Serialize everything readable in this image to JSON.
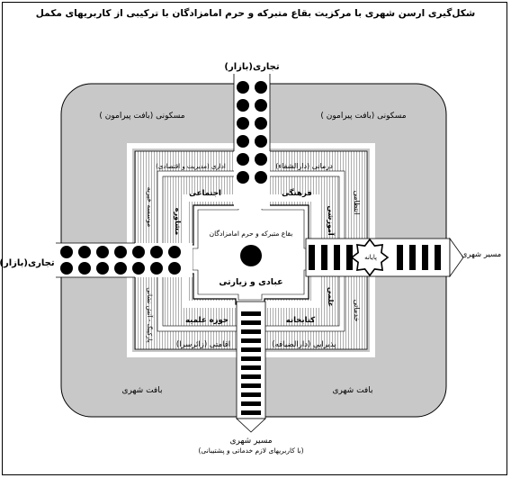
{
  "title": "شکل‌گیری ارسن شهری با مرکزیت بقاع متبرکه و حرم امامزادگان با ترکیبی از کاربریهای مکمل",
  "colors": {
    "outer_fill": "#c8c8c8",
    "road_fill": "#ffffff",
    "stroke": "#000000",
    "dot": "#000000"
  },
  "outer": {
    "top_left": "مسکونی (بافت پیرامون )",
    "top_right": "مسکونی (بافت پیرامون )",
    "bottom_left": "بافت شهری",
    "bottom_right": "بافت شهری"
  },
  "axes": {
    "top": "تجاری(بازار)",
    "left": "تجاری(بازار)",
    "right": "مسیر شهری",
    "bottom_title": "مسیر شهری",
    "bottom_note": "(با کاربریهای لازم خدماتی و پشتیبانی)",
    "terminal": "پایانه"
  },
  "ring2": {
    "top_left": "اداری (مدیریت و اقتصادی)",
    "top_right": "درمانی (دارالشفاء)",
    "left_upper": "موسسه خیریه",
    "left_lower": "پارکینگ - آتش نشانی",
    "right_upper": "انتظامی",
    "right_lower": "خدماتی",
    "bottom_left": "اقامتی (زائرسرا)",
    "bottom_right": "پذیرایی (دارالضیافه)"
  },
  "ring1": {
    "top_left": "اجتماعی",
    "top_right": "فرهنگی",
    "left": "مشاوره",
    "right_upper": "آموزشی",
    "right_lower": "علمی",
    "bottom_left": "حوزه علمیه",
    "bottom_right": "کتابخانه"
  },
  "center": {
    "top": "بقاع متبرکه و حرم امامزادگان",
    "bottom": "عبادی و زیارتی"
  }
}
